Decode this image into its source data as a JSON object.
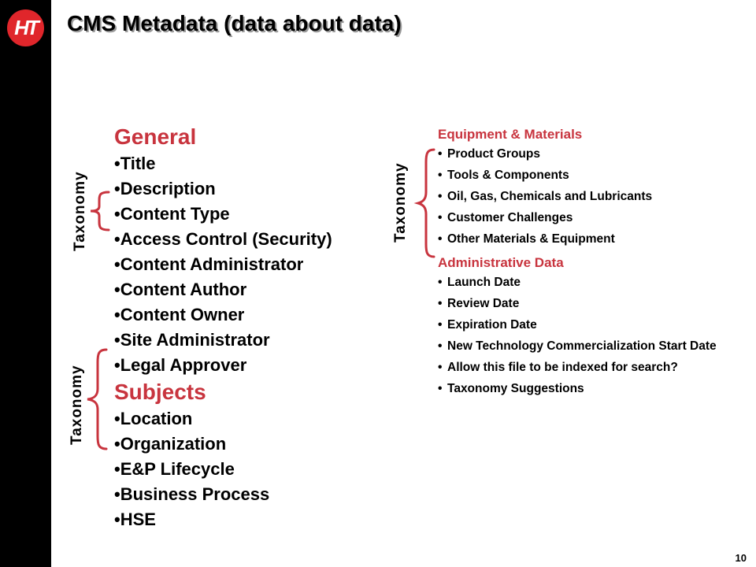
{
  "slide": {
    "logo_text": "HT",
    "title": "CMS Metadata (data about data)",
    "page_number": "10"
  },
  "left_column": {
    "general_heading": "General",
    "general_items": [
      "Title",
      "Description",
      "Content Type",
      "Access Control (Security)",
      "Content Administrator",
      "Content Author",
      "Content Owner",
      "Site Administrator",
      "Legal Approver"
    ],
    "subjects_heading": "Subjects",
    "subjects_items": [
      "Location",
      "Organization",
      "E&P Lifecycle",
      "Business Process",
      "HSE"
    ]
  },
  "right_column": {
    "equipment_heading": "Equipment & Materials",
    "equipment_items": [
      "Product Groups",
      "Tools & Components",
      "Oil, Gas, Chemicals and Lubricants",
      "Customer Challenges",
      "Other Materials & Equipment"
    ],
    "admin_heading": "Administrative Data",
    "admin_items": [
      "Launch Date",
      "Review Date",
      "Expiration Date",
      "New Technology Commercialization Start Date",
      "Allow this file to be indexed for search?",
      "Taxonomy Suggestions"
    ]
  },
  "brace_labels": {
    "left_top": "Taxonomy",
    "left_bottom": "Taxonomy",
    "right": "Taxonomy"
  },
  "colors": {
    "accent": "#c8343e",
    "logo": "#e0262b",
    "sidebar": "#000000"
  }
}
